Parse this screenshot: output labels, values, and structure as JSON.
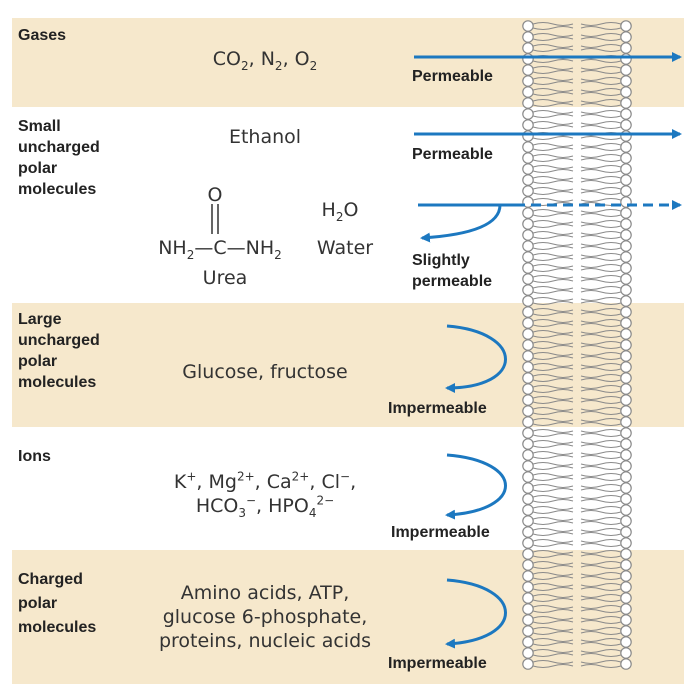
{
  "colors": {
    "band": "#f6e8cc",
    "arrow": "#1c78c0",
    "lipid": "#9c9c9c"
  },
  "rows": [
    {
      "category": "Gases",
      "molecules_html": "CO<sub>2</sub>, N<sub>2</sub>, O<sub>2</sub>",
      "status": "Permeable"
    },
    {
      "category": "Small\nuncharged\npolar\nmolecules",
      "ethanol": "Ethanol",
      "status_ethanol": "Permeable",
      "urea_o": "O",
      "urea_formula_html": "NH<sub>2</sub>—C—NH<sub>2</sub>",
      "urea_name": "Urea",
      "water_formula_html": "H<sub>2</sub>O",
      "water_name": "Water",
      "status_water": "Slightly\npermeable"
    },
    {
      "category": "Large\nuncharged\npolar\nmolecules",
      "molecules": "Glucose, fructose",
      "status": "Impermeable"
    },
    {
      "category": "Ions",
      "molecules_html": "K<sup>+</sup>, Mg<sup>2+</sup>, Ca<sup>2+</sup>, Cl<sup>−</sup>,<br>HCO<sub>3</sub><sup>−</sup>, HPO<sub>4</sub><sup>2−</sup>",
      "status": "Impermeable"
    },
    {
      "category": "Charged\npolar\nmolecules",
      "molecules": "Amino acids, ATP,\nglucose 6-phosphate,\nproteins, nucleic acids",
      "status": "Impermeable"
    }
  ]
}
